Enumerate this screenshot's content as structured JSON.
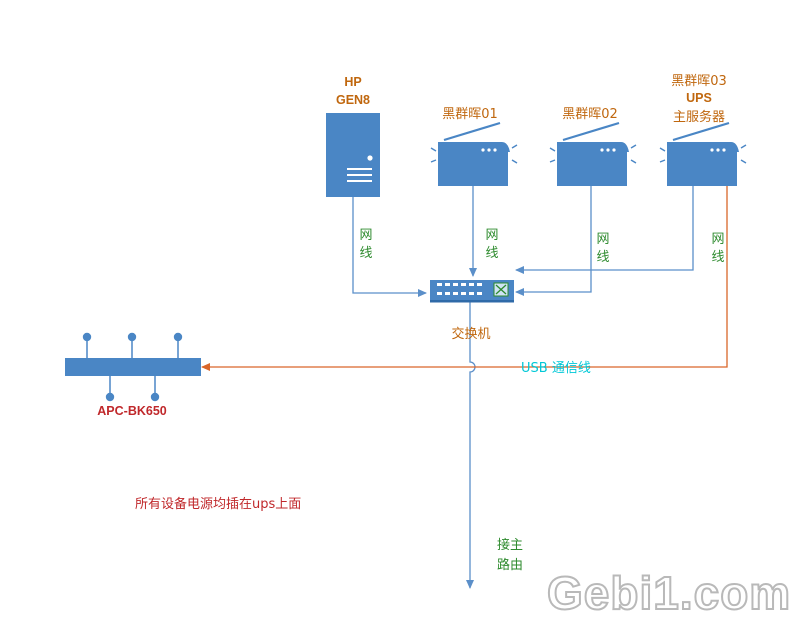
{
  "colors": {
    "device": "#4a86c5",
    "device_dark": "#2f6aa8",
    "wire_blue": "#5b8fc9",
    "wire_orange": "#d9662a",
    "label_orange": "#c0670e",
    "label_green": "#2e8b2e",
    "label_red": "#c0282b",
    "label_cyan": "#00c8d7",
    "watermark_stroke": "#b9b9b9"
  },
  "devices": {
    "hp": {
      "line1": "HP",
      "line2": "GEN8"
    },
    "nas1": {
      "label": "黑群晖01"
    },
    "nas2": {
      "label": "黑群晖02"
    },
    "nas3": {
      "line1": "黑群晖03",
      "line2": "UPS",
      "line3": "主服务器"
    },
    "switch": {
      "label": "交换机"
    },
    "ups": {
      "label": "APC-BK650"
    }
  },
  "links": {
    "net_cable": {
      "char1": "网",
      "char2": "线"
    },
    "usb": {
      "label": "USB 通信线"
    },
    "router": {
      "char1": "接主",
      "char2": "路由"
    }
  },
  "note": "所有设备电源均插在ups上面",
  "watermark": "Gebi1.com"
}
